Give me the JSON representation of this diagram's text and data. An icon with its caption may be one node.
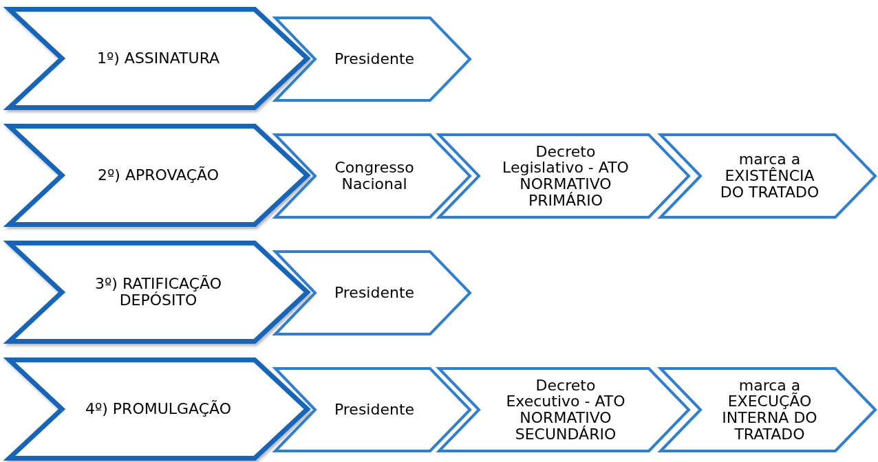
{
  "diagram": {
    "nodes": [
      {
        "text": [
          "1º) ASSINATURA"
        ]
      },
      {
        "text": [
          "Presidente"
        ]
      },
      {
        "text": [
          "2º) APROVAÇÃO"
        ]
      },
      {
        "text": [
          "Congresso Nacional"
        ]
      },
      {
        "text": [
          "Decreto Legislativo - ATO NORMATIVO PRIMÁRIO"
        ]
      },
      {
        "text": [
          "marca a EXISTÊNCIA DO TRATADO"
        ]
      },
      {
        "text": [
          "3º) RATIFICAÇÃO DEPÓSITO"
        ]
      },
      {
        "text": [
          "Presidente"
        ]
      },
      {
        "text": [
          "4º) PROMULGAÇÃO"
        ]
      },
      {
        "text": [
          "Presidente"
        ]
      },
      {
        "text": [
          "Decreto Executivo - ATO NORMATIVO SECUNDÁRIO"
        ]
      },
      {
        "text": [
          "marca a EXECUÇÃO INTERNA DO TRATADO"
        ]
      }
    ]
  }
}
